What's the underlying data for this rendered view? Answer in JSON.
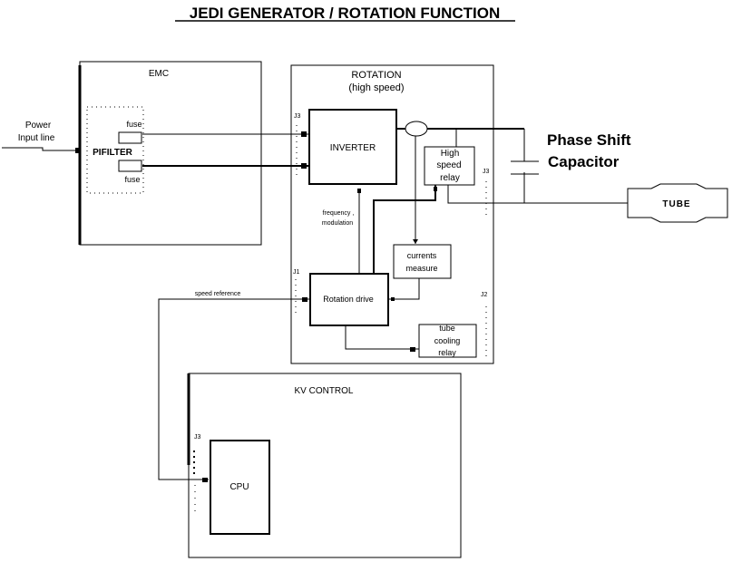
{
  "title": "JEDI GENERATOR / ROTATION FUNCTION",
  "power_input": {
    "line1": "Power",
    "line2": "Input line"
  },
  "emc": {
    "label": "EMC",
    "filter_label": "PIFILTER",
    "fuse_top": "fuse",
    "fuse_bottom": "fuse"
  },
  "rotation": {
    "label_line1": "ROTATION",
    "label_line2": "(high speed)",
    "connector_inverter": "J3",
    "connector_relay": "J3",
    "connector_drive": "J1",
    "connector_cooling": "J2",
    "inverter": "INVERTER",
    "relay": {
      "line1": "High",
      "line2": "speed",
      "line3": "relay"
    },
    "freq_mod": {
      "line1": "frequency ,",
      "line2": "modulation"
    },
    "currents": {
      "line1": "currents",
      "line2": "measure"
    },
    "drive": "Rotation drive",
    "cooling": {
      "line1": "tube",
      "line2": "cooling",
      "line3": "relay"
    }
  },
  "speed_reference": "speed reference",
  "capacitor": {
    "line1": "Phase Shift",
    "line2": "Capacitor"
  },
  "tube": "TUBE",
  "kv_control": {
    "label": "KV CONTROL",
    "connector": "J3",
    "cpu": "CPU"
  }
}
